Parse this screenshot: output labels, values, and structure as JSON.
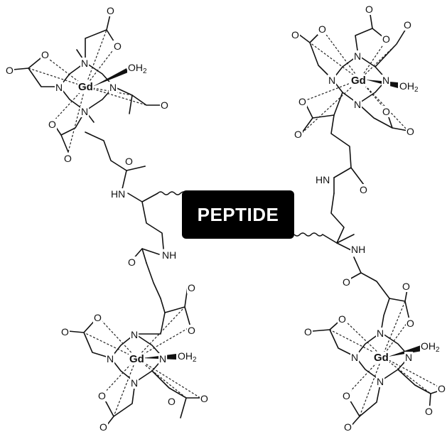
{
  "core": {
    "label": "PEPTIDE"
  },
  "atoms": {
    "metal": "Gd",
    "nitrogen": "N",
    "oxygen": "O",
    "water": "OH2",
    "amide_nh": "NH",
    "amide_hn": "HN"
  },
  "colors": {
    "box": "#000000",
    "box_text": "#ffffff",
    "ink": "#111111"
  }
}
